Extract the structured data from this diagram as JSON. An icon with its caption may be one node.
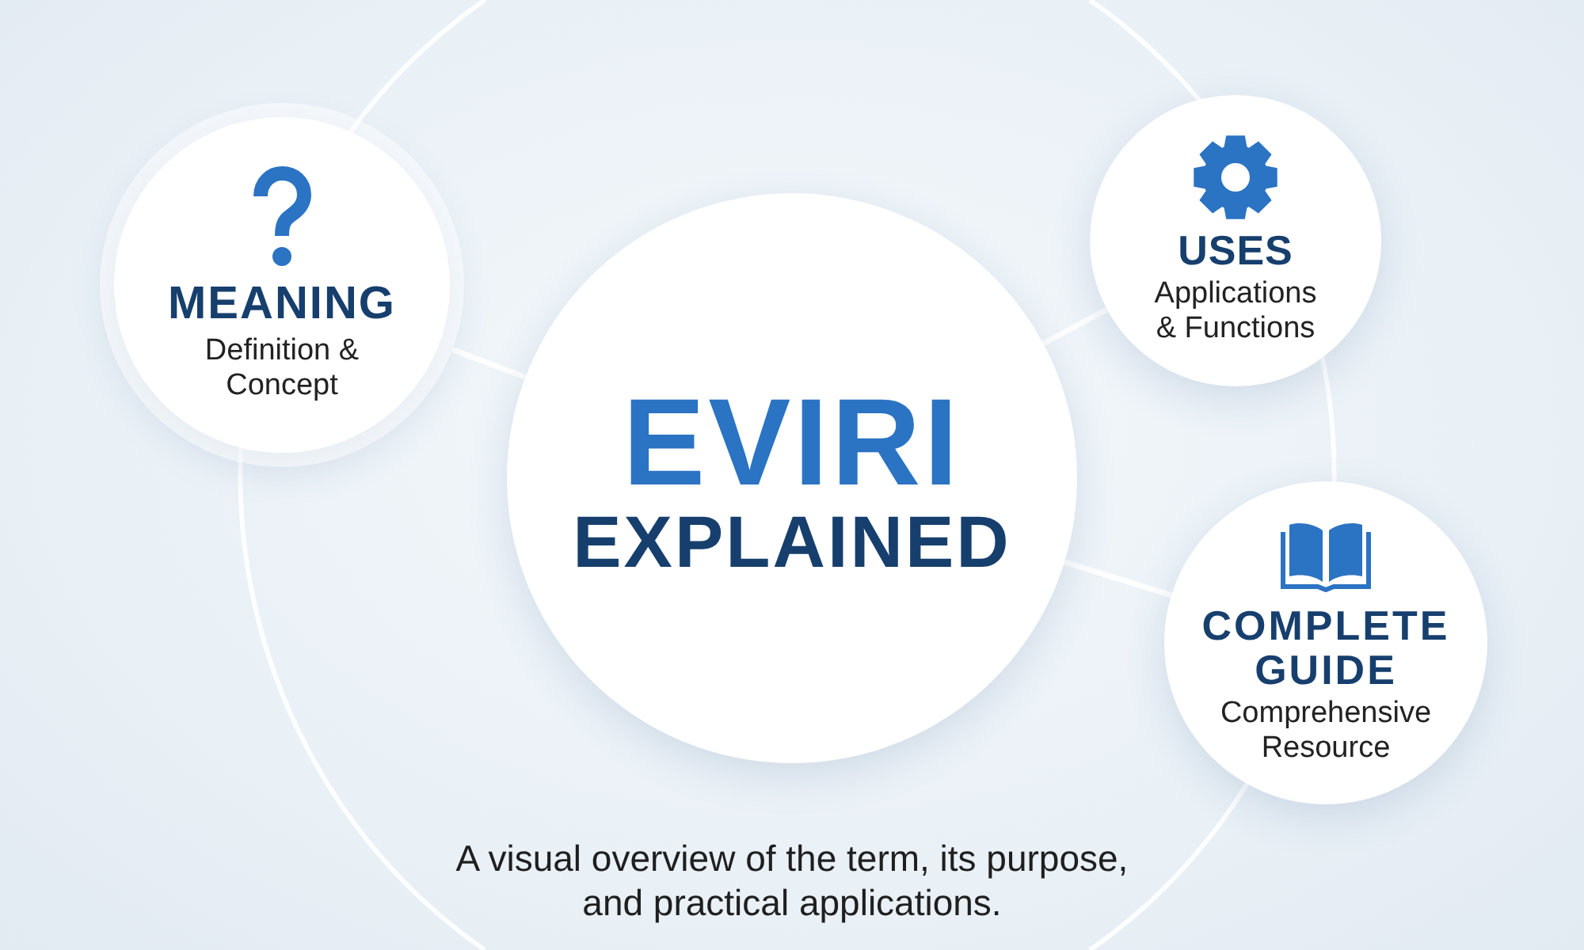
{
  "diagram": {
    "caption": "A visual overview of the term, its purpose, and practical applications.",
    "nodes": [
      {
        "text": [
          "EVIRI",
          "EXPLAINED"
        ]
      },
      {
        "text": [
          "MEANING",
          "Definition & Concept"
        ]
      },
      {
        "text": [
          "USES",
          "Applications & Functions"
        ]
      },
      {
        "text": [
          "COMPLETE GUIDE",
          "Comprehensive Resource"
        ]
      }
    ],
    "edges": [
      {
        "from": 0,
        "to": 1,
        "arrow": "none"
      },
      {
        "from": 0,
        "to": 2,
        "arrow": "none"
      },
      {
        "from": 0,
        "to": 3,
        "arrow": "none"
      }
    ]
  }
}
